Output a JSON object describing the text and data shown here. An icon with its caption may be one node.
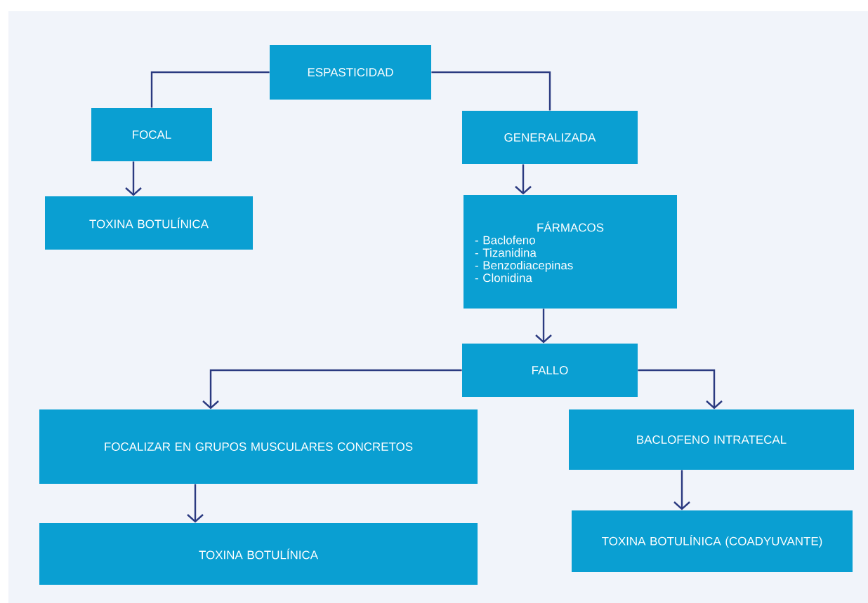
{
  "diagram": {
    "nodes": [
      {
        "text": [
          "ESPASTICIDAD"
        ]
      },
      {
        "text": [
          "FOCAL"
        ]
      },
      {
        "text": [
          "GENERALIZADA"
        ]
      },
      {
        "text": [
          "TOXINA BOTULÍNICA"
        ]
      },
      {
        "text": [
          "FÁRMACOS",
          "- Baclofeno",
          "- Tizanidina",
          "- Benzodiacepinas",
          "- Clonidina"
        ]
      },
      {
        "text": [
          "FALLO"
        ]
      },
      {
        "text": [
          "FOCALIZAR EN GRUPOS MUSCULARES CONCRETOS"
        ]
      },
      {
        "text": [
          "BACLOFENO INTRATECAL"
        ]
      },
      {
        "text": [
          "TOXINA BOTULÍNICA"
        ]
      },
      {
        "text": [
          "TOXINA BOTULÍNICA (COADYUVANTE)"
        ]
      }
    ],
    "edges": [
      {
        "from": 0,
        "to": 1,
        "arrow": "none"
      },
      {
        "from": 0,
        "to": 2,
        "arrow": "none"
      },
      {
        "from": 1,
        "to": 3,
        "arrow": "to"
      },
      {
        "from": 2,
        "to": 4,
        "arrow": "to"
      },
      {
        "from": 4,
        "to": 5,
        "arrow": "to"
      },
      {
        "from": 5,
        "to": 6,
        "arrow": "to"
      },
      {
        "from": 5,
        "to": 7,
        "arrow": "to"
      },
      {
        "from": 6,
        "to": 8,
        "arrow": "to"
      },
      {
        "from": 7,
        "to": 9,
        "arrow": "to"
      }
    ]
  }
}
